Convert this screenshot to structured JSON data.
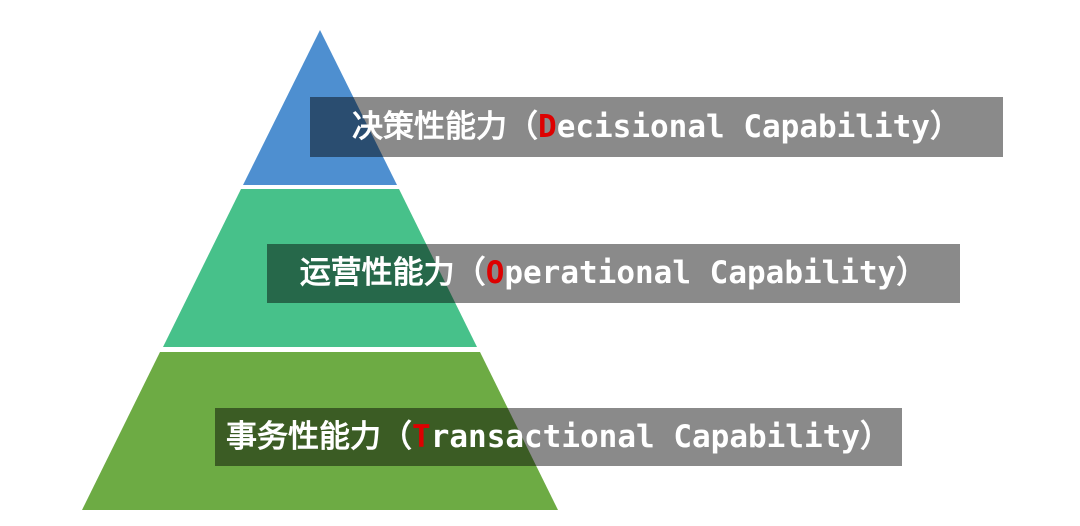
{
  "diagram": {
    "name": "capability-pyramid",
    "tiers": [
      {
        "id": "decisional",
        "color": "#4E8FD0"
      },
      {
        "id": "operational",
        "color": "#47C18A"
      },
      {
        "id": "transactional",
        "color": "#6DAB44"
      }
    ],
    "labels": [
      {
        "prefix": "决策性能力（",
        "highlight": "D",
        "suffix": "ecisional Capability）"
      },
      {
        "prefix": "运营性能力（",
        "highlight": "O",
        "suffix": "perational Capability）"
      },
      {
        "prefix": "事务性能力（",
        "highlight": "T",
        "suffix": "ransactional Capability）"
      }
    ],
    "colors": {
      "background": "#FFFFFF",
      "bar_overlay": "rgba(0,0,0,0.46)",
      "label_text": "#FFFFFF",
      "highlight_letter": "#DD0000"
    }
  }
}
